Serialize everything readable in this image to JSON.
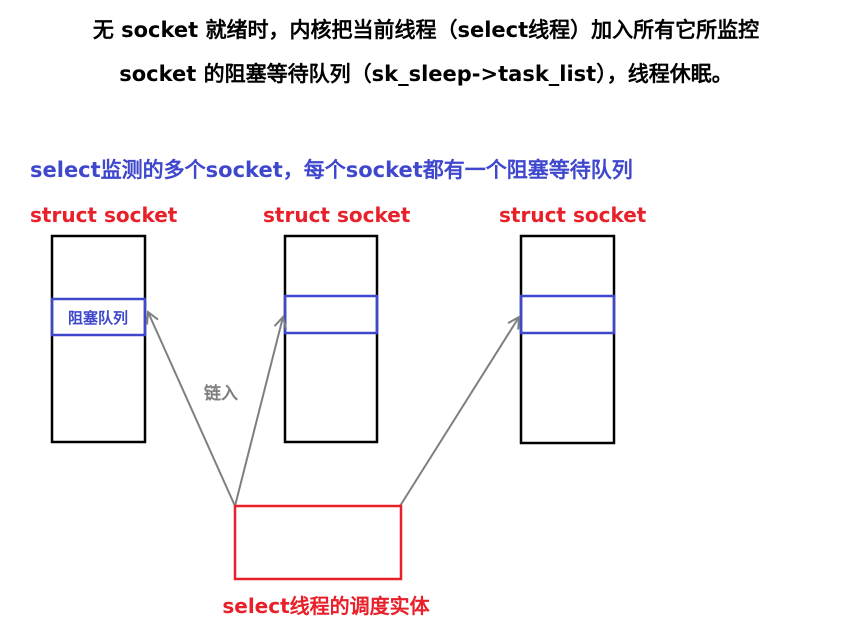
{
  "title": {
    "line1": "无 socket 就绪时，内核把当前线程（select线程）加入所有它所监控",
    "line2": "socket 的阻塞等待队列（sk_sleep->task_list），线程休眠。"
  },
  "subtitle": "select监测的多个socket，每个socket都有一个阻塞等待队列",
  "sockets": [
    {
      "label": "struct socket",
      "queue_label": "阻塞队列"
    },
    {
      "label": "struct socket",
      "queue_label": ""
    },
    {
      "label": "struct socket",
      "queue_label": ""
    }
  ],
  "link_label": "链入",
  "entity_label": "select线程的调度实体",
  "colors": {
    "text": "#000000",
    "blue": "#3f48cc",
    "red": "#e8202a",
    "gray": "#7f7f7f",
    "box": "#000000"
  }
}
